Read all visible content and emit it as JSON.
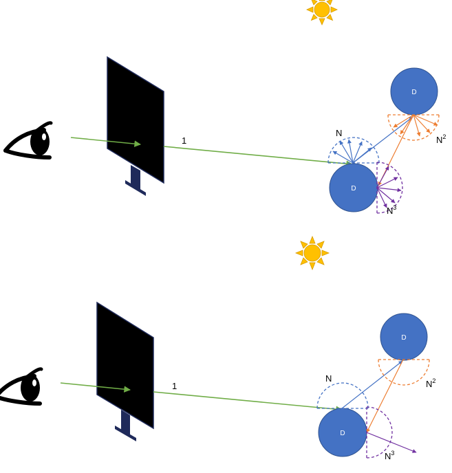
{
  "top": {
    "ray_label": "1",
    "sphere_a_label": "D",
    "sphere_b_label": "D",
    "normal_label": "N",
    "n2_label": "N",
    "n2_sup": "2",
    "n3_label": "N",
    "n3_sup": "3"
  },
  "bottom": {
    "ray_label": "1",
    "sphere_a_label": "D",
    "sphere_b_label": "D",
    "normal_label": "N",
    "n2_label": "N",
    "n2_sup": "2",
    "n3_label": "N",
    "n3_sup": "3"
  },
  "icons": [
    "eye-icon",
    "sun-icon",
    "screen-icon"
  ],
  "colors": {
    "sphere": "#4472c4",
    "sphere_stroke": "#2f528f",
    "ray": "#70ad47",
    "blue_ray": "#4472c4",
    "orange_ray": "#ed7d31",
    "purple_ray": "#7030a0",
    "sun": "#ffc000",
    "sun_stroke": "#d79b00",
    "screen": "#000000",
    "screen_stand": "#1f2a5a"
  }
}
